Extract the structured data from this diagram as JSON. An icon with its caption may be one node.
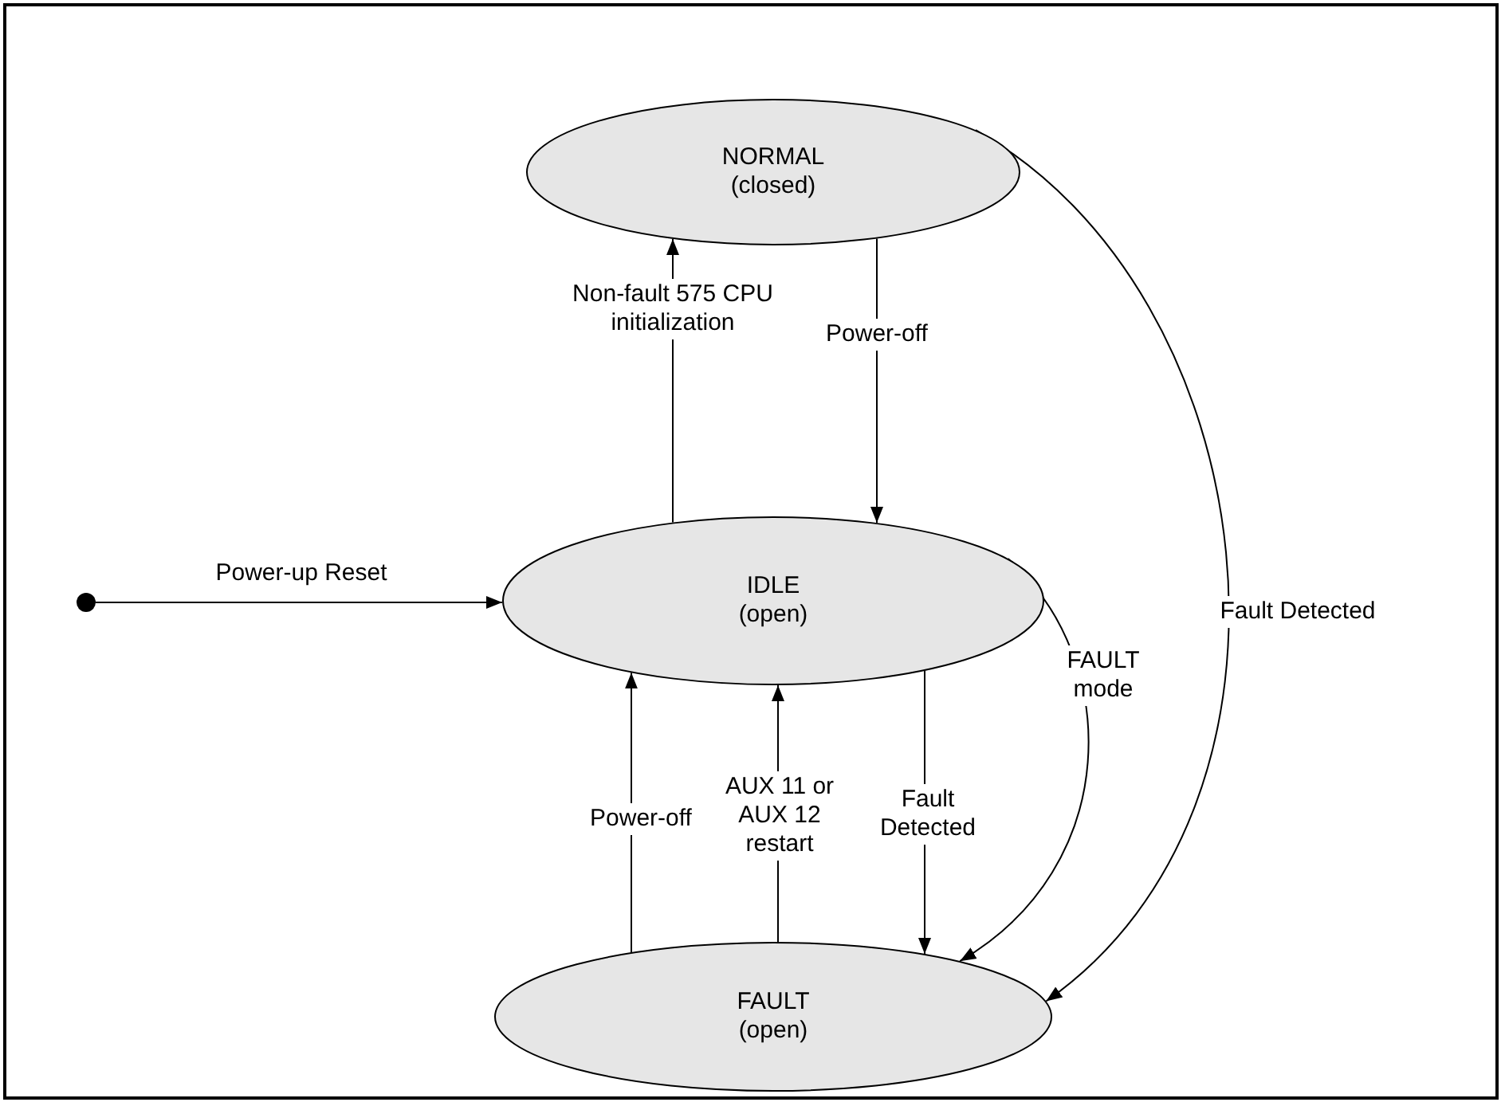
{
  "diagram": {
    "nodes": [
      {
        "text": [
          "NORMAL",
          "(closed)"
        ]
      },
      {
        "text": [
          "IDLE",
          "(open)"
        ]
      },
      {
        "text": [
          "FAULT",
          "(open)"
        ]
      },
      {
        "text": [],
        "shape": "circle"
      }
    ],
    "edges": [
      {
        "from": 3,
        "to": 1,
        "arrow": "to",
        "label": "Power-up Reset"
      },
      {
        "from": 1,
        "to": 0,
        "arrow": "to",
        "label": "Non-fault 575 CPU initialization"
      },
      {
        "from": 0,
        "to": 1,
        "arrow": "to",
        "label": "Power-off"
      },
      {
        "from": 0,
        "to": 2,
        "arrow": "to",
        "label": "Fault Detected"
      },
      {
        "from": 1,
        "to": 2,
        "arrow": "to",
        "label": "FAULT mode"
      },
      {
        "from": 1,
        "to": 2,
        "arrow": "to",
        "label": "Fault Detected"
      },
      {
        "from": 2,
        "to": 1,
        "arrow": "to",
        "label": "AUX 11 or AUX 12 restart"
      },
      {
        "from": 2,
        "to": 1,
        "arrow": "to",
        "label": "Power-off"
      }
    ]
  }
}
